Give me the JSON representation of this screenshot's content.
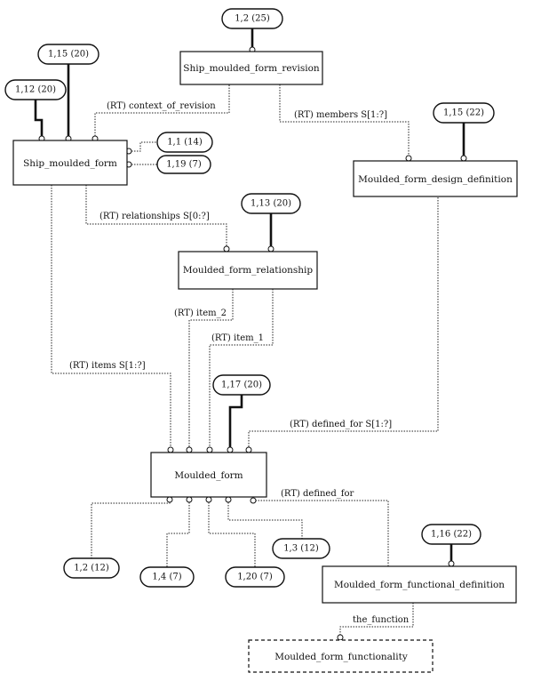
{
  "entities": {
    "ship_moulded_form_revision": "Ship_moulded_form_revision",
    "ship_moulded_form": "Ship_moulded_form",
    "moulded_form_design_definition": "Moulded_form_design_definition",
    "moulded_form_relationship": "Moulded_form_relationship",
    "moulded_form": "Moulded_form",
    "moulded_form_functional_definition": "Moulded_form_functional_definition",
    "moulded_form_functionality": "Moulded_form_functionality"
  },
  "page_refs": {
    "r1": "1,2 (25)",
    "r2": "1,15 (20)",
    "r3": "1,12 (20)",
    "r4": "1,1 (14)",
    "r5": "1,19 (7)",
    "r6": "1,15 (22)",
    "r7": "1,13 (20)",
    "r8": "1,17 (20)",
    "r9": "1,16 (22)",
    "r10": "1,2 (12)",
    "r11": "1,4 (7)",
    "r12": "1,20 (7)",
    "r13": "1,3 (12)"
  },
  "relationships": {
    "context_of_revision": "(RT) context_of_revision",
    "members": "(RT) members  S[1:?]",
    "relationships": "(RT) relationships  S[0:?]",
    "item_2": "(RT) item_2",
    "item_1": "(RT) item_1",
    "items": "(RT) items  S[1:?]",
    "defined_for_set": "(RT) defined_for  S[1:?]",
    "defined_for": "(RT) defined_for",
    "the_function": "the_function"
  }
}
